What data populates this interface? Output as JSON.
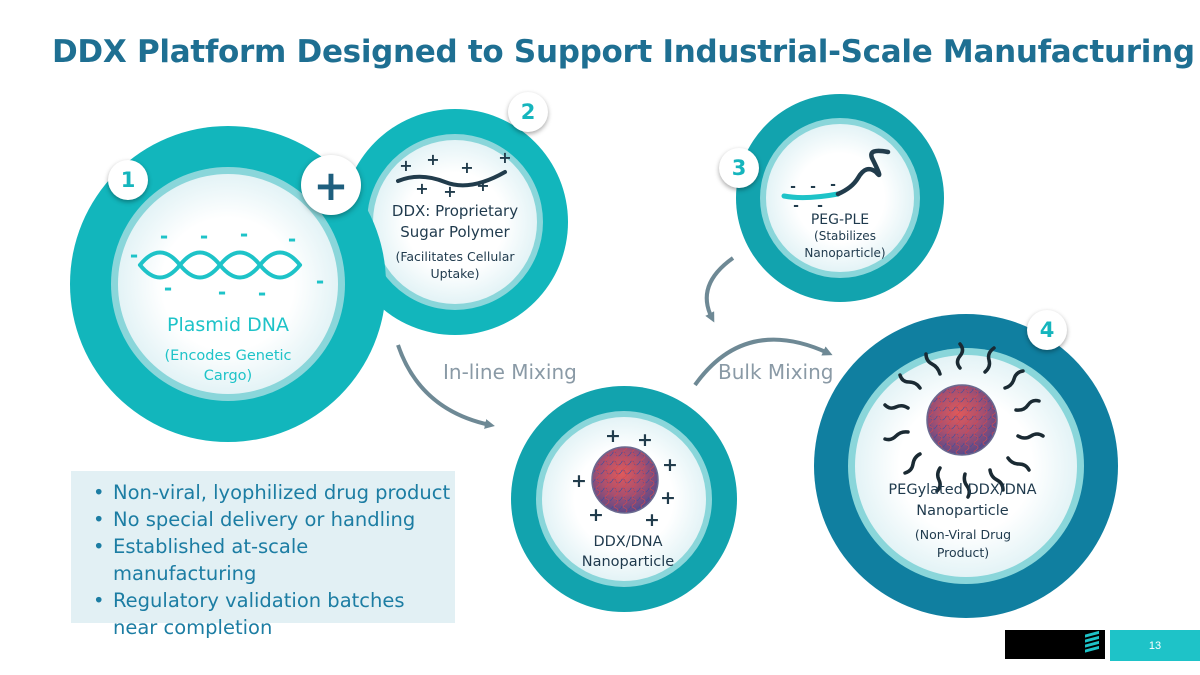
{
  "title": "DDX Platform Designed to Support Industrial-Scale Manufacturing",
  "steps": [
    {
      "number": "1",
      "name": "Plasmid DNA",
      "detail": "(Encodes Genetic Cargo)"
    },
    {
      "number": "2",
      "name": "DDX: Proprietary Sugar Polymer",
      "detail": "(Facilitates Cellular Uptake)"
    },
    {
      "number": "3",
      "name": "PEG-PLE",
      "detail": "(Stabilizes Nanoparticle)"
    },
    {
      "number": "4",
      "name": "PEGylated DDX/DNA Nanoparticle",
      "detail": "(Non-Viral Drug Product)"
    }
  ],
  "intermediate": {
    "name": "DDX/DNA Nanoparticle"
  },
  "plus_sign": "+",
  "minus_sign": "-",
  "mixing": {
    "inline": "In-line Mixing",
    "bulk": "Bulk Mixing"
  },
  "bullets": [
    "Non-viral, lyophilized drug product",
    "No special delivery or handling",
    "Established at-scale manufacturing",
    "Regulatory validation batches near completion"
  ],
  "page_number": "13",
  "colors": {
    "title": "#1e6f92",
    "teal_light": "#1ec3c8",
    "teal_mid": "#12a3ae",
    "teal_dark": "#107fa0",
    "bullet_text": "#1c7da3",
    "bullet_bg": "#e2f0f4"
  }
}
